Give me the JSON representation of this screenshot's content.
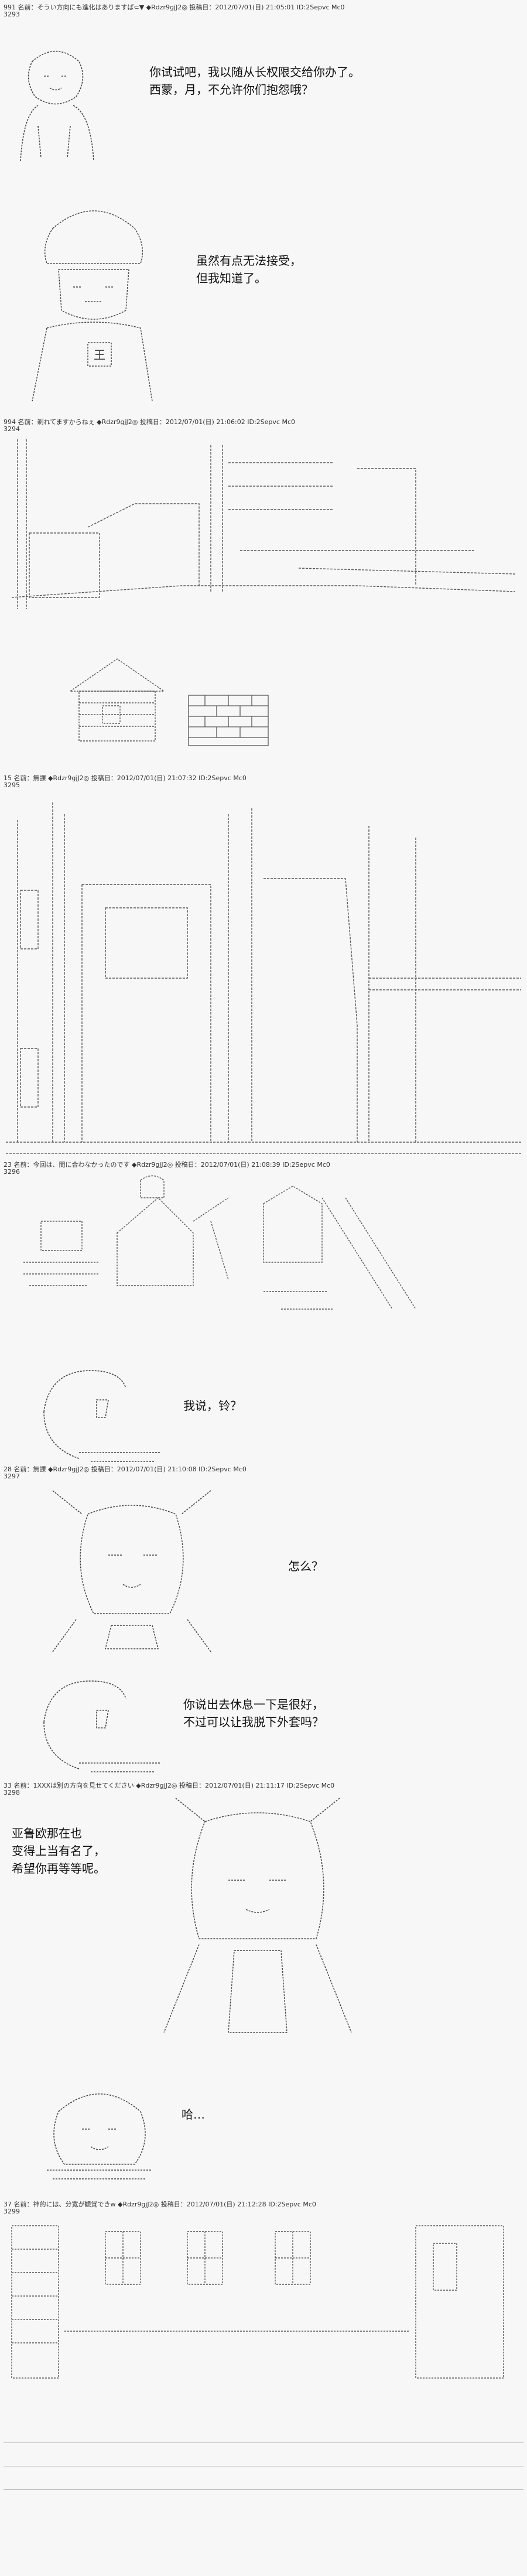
{
  "posts": [
    {
      "header": "991 名前：そうい方向にも進化はありますば⊂▼ ◆Rdzr9gjJ2◎ 投稿日：2012/07/01(日) 21:05:01 ID:2Sepvc Mc0",
      "number": "3293"
    },
    {
      "header": "994 名前：剃れてますからねぇ ◆Rdzr9gjJ2◎ 投稿日：2012/07/01(日) 21:06:02 ID:2Sepvc Mc0",
      "number": "3294"
    },
    {
      "header": "15 名前：無課 ◆Rdzr9gjJ2◎ 投稿日：2012/07/01(日) 21:07:32 ID:2Sepvc Mc0",
      "number": "3295"
    },
    {
      "header": "23 名前：今回は、間に合わなかったのです ◆Rdzr9gjJ2◎ 投稿日：2012/07/01(日) 21:08:39 ID:2Sepvc Mc0",
      "number": "3296"
    },
    {
      "header": "28 名前：無課 ◆Rdzr9gjJ2◎ 投稿日：2012/07/01(日) 21:10:08 ID:2Sepvc Mc0",
      "number": "3297"
    },
    {
      "header": "33 名前：1XXXは別の方向を見せてください ◆Rdzr9gjJ2◎ 投稿日：2012/07/01(日) 21:11:17 ID:2Sepvc Mc0",
      "number": "3298"
    },
    {
      "header": "37 名前：神的には、分宽が観覚できw ◆Rdzr9gjJ2◎ 投稿日：2012/07/01(日) 21:12:28 ID:2Sepvc Mc0",
      "number": "3299"
    }
  ],
  "dialogues": {
    "d1": "你试试吧，我以随从长权限交给你办了。",
    "d2": "西蒙，月，不允许你们抱怨哦？",
    "d3": "虽然有点无法接受，",
    "d4": "但我知道了。",
    "d5": "我说，铃？",
    "d6": "怎么？",
    "d7": "你说出去休息一下是很好，",
    "d8": "不过可以让我脱下外套吗？",
    "d9": "亚鲁欧那在也",
    "d10": "变得上当有名了，",
    "d11": "希望你再等等呢。",
    "d12": "哈…"
  },
  "art_labels": {
    "sign": "王"
  }
}
